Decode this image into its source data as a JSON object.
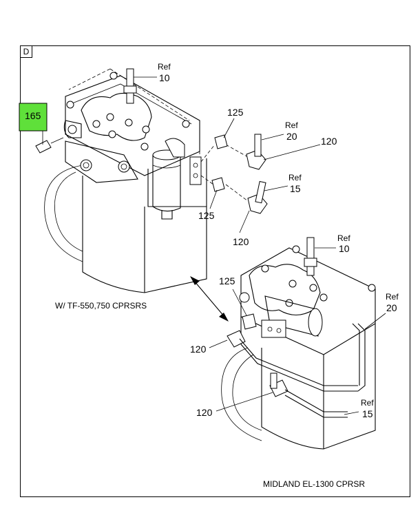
{
  "diagram": {
    "corner_label": "D",
    "highlight_color": "#5fe03a",
    "callouts": {
      "top_ref10_a": "Ref",
      "top_ref10_b": "10",
      "p165": "165",
      "p125_upper": "125",
      "top_ref20_a": "Ref",
      "top_ref20_b": "20",
      "p120_upper": "120",
      "top_ref15_a": "Ref",
      "top_ref15_b": "15",
      "p125_lower": "125",
      "p120_mid": "120",
      "bot_ref10_a": "Ref",
      "bot_ref10_b": "10",
      "p125_bottom": "125",
      "bot_ref20_a": "Ref",
      "bot_ref20_b": "20",
      "p120_bottom_a": "120",
      "p120_bottom_b": "120",
      "bot_ref15_a": "Ref",
      "bot_ref15_b": "15"
    },
    "captions": {
      "upper": "W/ TF-550,750 CPRSRS",
      "lower": "MIDLAND EL-1300 CPRSR"
    }
  }
}
